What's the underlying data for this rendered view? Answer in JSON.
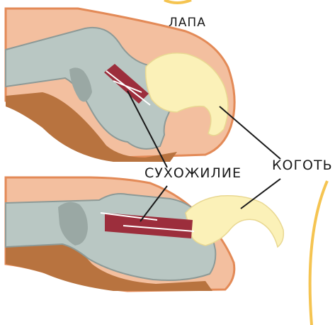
{
  "labels": {
    "paw": "ЛАПА",
    "tendon": "СУХОЖИЛИЕ",
    "claw": "КОГОТЬ"
  },
  "colors": {
    "skin": "#f3bf9f",
    "skin_outline": "#e38a57",
    "tissue": "#b8733f",
    "bone": "#b9c7c3",
    "bone_outline": "#8d9a97",
    "tendon": "#9c2e3c",
    "claw": "#fbf1b8",
    "accent": "#f5c451",
    "line": "#1a1a1a"
  }
}
